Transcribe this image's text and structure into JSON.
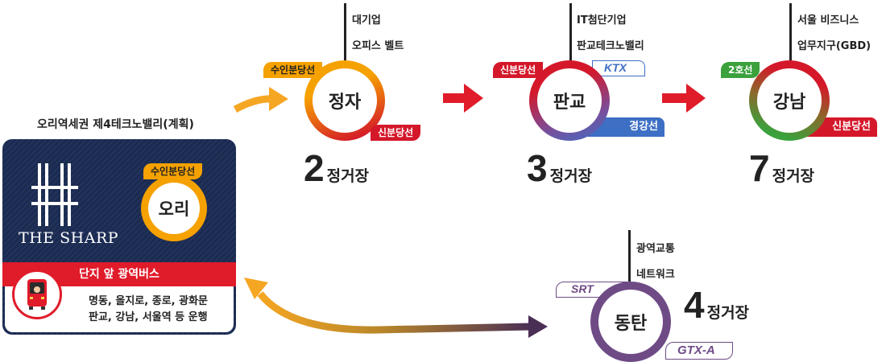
{
  "caption": "오리역세권 제4테크노밸리(계획)",
  "oree_card": {
    "brand": "THE SHARP",
    "station": {
      "name": "오리",
      "line": "수인분당선",
      "line_color": "#f5a100"
    },
    "bus_banner": "단지 앞 광역버스",
    "bus_routes_line1": "명동, 을지로, 종로, 광화문",
    "bus_routes_line2": "판교, 강남, 서울역 등 운행"
  },
  "stations": {
    "jeongja": {
      "name": "정자",
      "line_top": "수인분당선",
      "line_bottom": "신분당선",
      "note_line1": "대기업",
      "note_line2": "오피스 벨트",
      "count": "2",
      "unit": "정거장"
    },
    "pangyo": {
      "name": "판교",
      "line_top": "신분당선",
      "line_bottom": "경강선",
      "badge": "KTX",
      "note_line1": "IT첨단기업",
      "note_line2": "판교테크노밸리",
      "count": "3",
      "unit": "정거장"
    },
    "gangnam": {
      "name": "강남",
      "line_top": "2호선",
      "line_bottom": "신분당선",
      "note_line1": "서울 비즈니스",
      "note_line2": "업무지구(GBD)",
      "count": "7",
      "unit": "정거장"
    },
    "dongtan": {
      "name": "동탄",
      "badge_top": "SRT",
      "badge_bottom": "GTX-A",
      "note_line1": "광역교통",
      "note_line2": "네트워크",
      "count": "4",
      "unit": "정거장"
    }
  },
  "colors": {
    "bundang": "#f5a100",
    "shinbundang": "#d4182a",
    "gyeonggang": "#3d6fc4",
    "line2": "#3aa13c",
    "srt_gtx": "#6f4b86",
    "arrow_red": "#e01b2a",
    "arrow_orange": "#f5a623",
    "card_navy": "#1b2a4f"
  }
}
